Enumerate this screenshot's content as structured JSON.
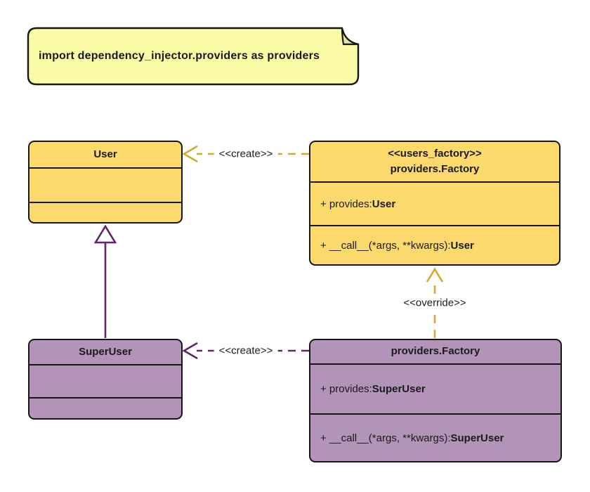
{
  "note": {
    "text": "import dependency_injector.providers as providers"
  },
  "classes": {
    "user": {
      "name": "User"
    },
    "super_user": {
      "name": "SuperUser"
    },
    "users_factory": {
      "stereotype": "<<users_factory>>",
      "name": "providers.Factory",
      "attribute_prefix": "+ provides: ",
      "attribute_type": "User",
      "method_prefix": "+ __call__(*args, **kwargs): ",
      "method_type": "User"
    },
    "superuser_factory": {
      "name": "providers.Factory",
      "attribute_prefix": "+ provides: ",
      "attribute_type": "SuperUser",
      "method_prefix": "+ __call__(*args, **kwargs): ",
      "method_type": "SuperUser"
    }
  },
  "relations": {
    "create_user_label": "<<create>>",
    "create_superuser_label": "<<create>>",
    "override_label": "<<override>>"
  },
  "colors": {
    "class_yellow_fill": "#fbd96d",
    "class_purple_fill": "#b294b8",
    "note_fill": "#fbfba6",
    "note_fold_fill": "#e6e690",
    "arrow_gold": "#d9a62e",
    "arrow_purple": "#5f2566",
    "border_black": "#161616",
    "background": "#ffffff"
  }
}
